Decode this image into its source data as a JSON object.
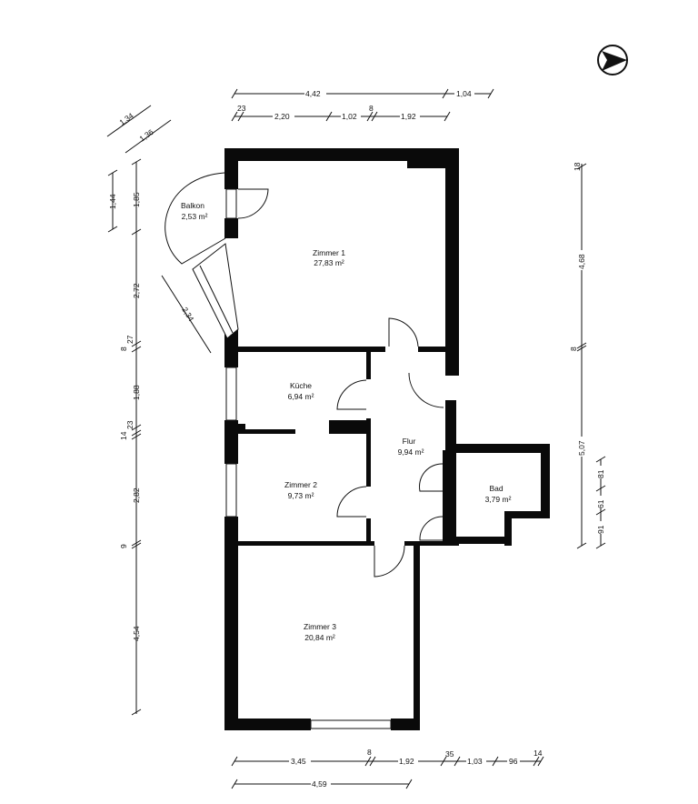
{
  "rooms": {
    "balkon": {
      "name": "Balkon",
      "area": "2,53 m²"
    },
    "zimmer1": {
      "name": "Zimmer 1",
      "area": "27,83 m²"
    },
    "kueche": {
      "name": "Küche",
      "area": "6,94 m²"
    },
    "flur": {
      "name": "Flur",
      "area": "9,94 m²"
    },
    "zimmer2": {
      "name": "Zimmer 2",
      "area": "9,73 m²"
    },
    "bad": {
      "name": "Bad",
      "area": "3,79 m²"
    },
    "zimmer3": {
      "name": "Zimmer 3",
      "area": "20,84 m²"
    }
  },
  "dims": {
    "top1": [
      "4,42",
      "1,04"
    ],
    "top2": [
      "23",
      "2,20",
      "1,02",
      "8",
      "1,92"
    ],
    "diag": [
      "1,34",
      "1,36",
      "2,34"
    ],
    "left_outer": [
      "1,85",
      "2,72",
      "27",
      "8",
      "1,88",
      "23",
      "14",
      "2,82",
      "9",
      "4,54"
    ],
    "left_inner": [
      "1,44"
    ],
    "right": [
      "18",
      "4,68",
      "8",
      "5,07"
    ],
    "right_small": [
      "81",
      "61",
      "91"
    ],
    "bottom1": [
      "3,45",
      "8",
      "1,92",
      "35",
      "1,03",
      "96",
      "14"
    ],
    "bottom2": [
      "4,59"
    ]
  },
  "compass": {
    "icon": "north-arrow-icon"
  }
}
